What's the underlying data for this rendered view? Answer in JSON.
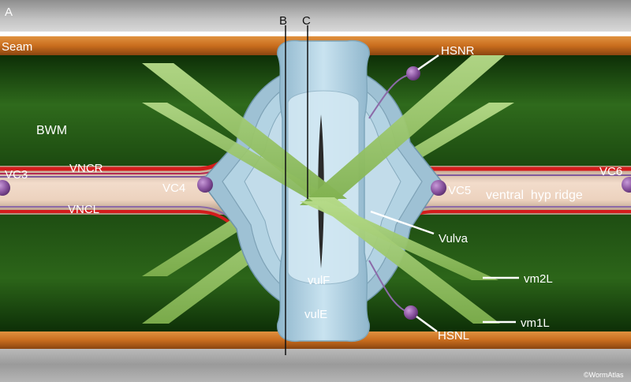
{
  "panel_label": "A",
  "labels": {
    "seam": "Seam",
    "bwm": "BWM",
    "vncr": "VNCR",
    "vncl": "VNCL",
    "vc3": "VC3",
    "vc4": "VC4",
    "vc5": "VC5",
    "vc6": "VC6",
    "hsnr": "HSNR",
    "hsnl": "HSNL",
    "ridge": "ventral  hyp ridge",
    "vulva": "Vulva",
    "vm2l": "vm2L",
    "vm1l": "vm1L",
    "vulf": "vulF",
    "vule": "vulE",
    "section_b": "B",
    "section_c": "C",
    "credit": "©WormAtlas"
  }
}
